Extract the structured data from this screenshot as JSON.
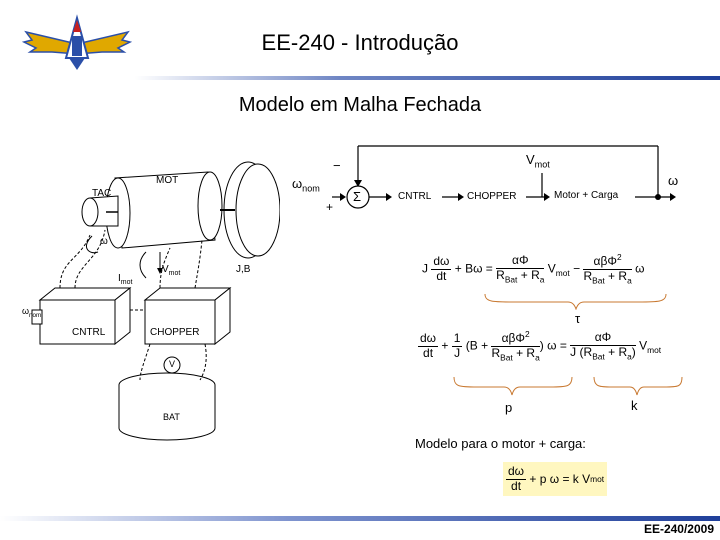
{
  "header": {
    "title": "EE-240 - Introdução"
  },
  "slide": {
    "title": "Modelo em Malha Fechada"
  },
  "block_diagram": {
    "input_label": "ω",
    "input_sub": "nom",
    "minus_sign": "−",
    "plus_sign": "+",
    "sum_symbol": "Σ",
    "cntrl_label": "CNTRL",
    "chopper_label": "CHOPPER",
    "motor_label": "Motor + Carga",
    "vmot_label": "V",
    "vmot_sub": "mot",
    "output_label": "ω"
  },
  "hardware_sketch": {
    "tac_label": "TAC",
    "mot_label": "MOT",
    "omega_label": "ω",
    "imot_label": "I",
    "imot_sub": "mot",
    "vmot_label": "V",
    "vmot_sub": "mot",
    "jb_label": "J,B",
    "omega_nom_label": "ω",
    "omega_nom_sub": "nom",
    "cntrl_label": "CNTRL",
    "chopper_label": "CHOPPER",
    "voltmeter_label": "V",
    "bat_label": "BAT"
  },
  "equations": {
    "eq1_J": "J",
    "eq1_dw": "dω",
    "eq1_dt": "dt",
    "eq1_plus_Bw": "+ Bω =",
    "eq1_ab_phi": "αΦ",
    "eq1_den1": "R",
    "eq1_den1_sub": "Bat",
    "eq1_den1_rest": "+ R",
    "eq1_den1_rest_sub": "a",
    "eq1_vmot": "V",
    "eq1_vmot_sub": "mot",
    "eq1_minus": "−",
    "eq1_ab_phi2": "αβΦ",
    "eq1_sq": "2",
    "eq1_w": "ω",
    "tau_label": "τ",
    "eq2_dw": "dω",
    "eq2_dt": "dt",
    "eq2_plus": "+",
    "eq2_one": "1",
    "eq2_J": "J",
    "eq2_B": "B +",
    "eq2_ab_phi": "αβΦ",
    "eq2_sq": "2",
    "eq2_eq": "ω =",
    "eq2_a_phi": "αΦ",
    "eq2_J2": "J",
    "p_label": "p",
    "k_label": "k"
  },
  "model": {
    "caption": "Modelo para o motor + carga:",
    "final_dw": "dω",
    "final_dt": "dt",
    "final_rest": "+ p ω = k V",
    "final_sub": "mot"
  },
  "footer": {
    "text": "EE-240/2009"
  },
  "colors": {
    "accent_blue": "#1f3f9a",
    "highlight_yellow": "#fff7c0",
    "logo_gold": "#e0a800",
    "logo_red": "#c82020",
    "logo_blue": "#2b4fa8"
  },
  "icons": {
    "logo": "ita-wings-logo-icon"
  }
}
